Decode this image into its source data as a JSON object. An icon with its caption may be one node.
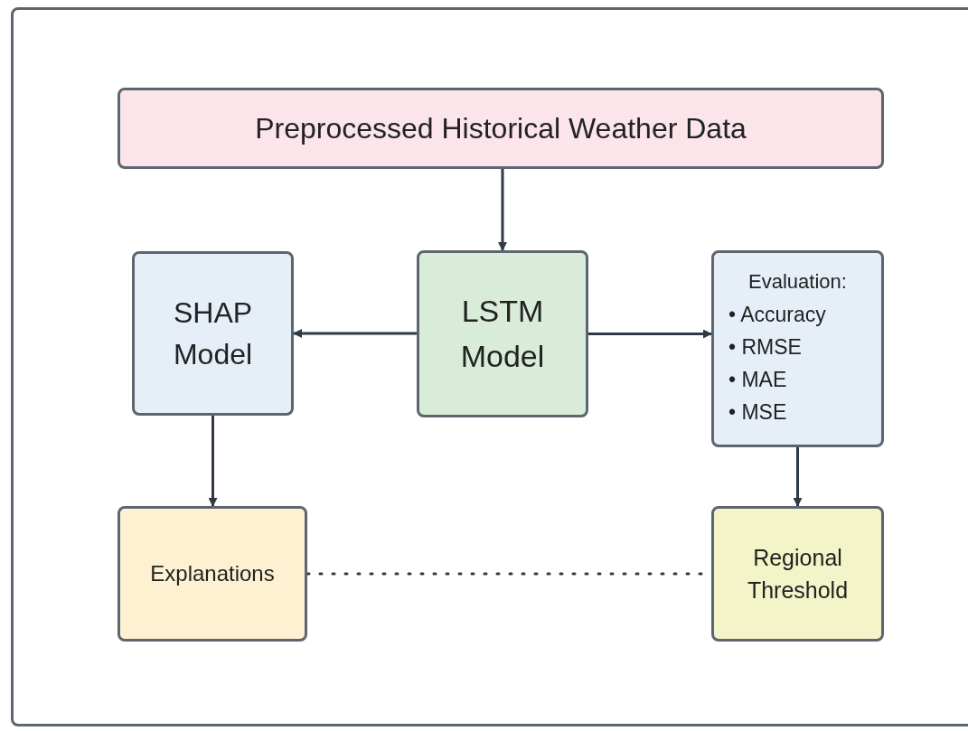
{
  "diagram": {
    "nodes": [
      {
        "text": [
          "Preprocessed Historical Weather Data"
        ]
      },
      {
        "text": [
          "SHAP Model"
        ]
      },
      {
        "text": [
          "LSTM Model"
        ]
      },
      {
        "text": [
          "Evaluation:",
          "• Accuracy",
          "• RMSE",
          "• MAE",
          "• MSE"
        ]
      },
      {
        "text": [
          "Explanations"
        ]
      },
      {
        "text": [
          "Regional Threshold"
        ]
      }
    ],
    "edges": [
      {
        "from": 0,
        "to": 2,
        "arrow": "to"
      },
      {
        "from": 2,
        "to": 1,
        "arrow": "to"
      },
      {
        "from": 2,
        "to": 3,
        "arrow": "to"
      },
      {
        "from": 1,
        "to": 4,
        "arrow": "to"
      },
      {
        "from": 3,
        "to": 5,
        "arrow": "to"
      },
      {
        "from": 4,
        "to": 5,
        "arrow": "none",
        "style": "dashed"
      }
    ]
  }
}
